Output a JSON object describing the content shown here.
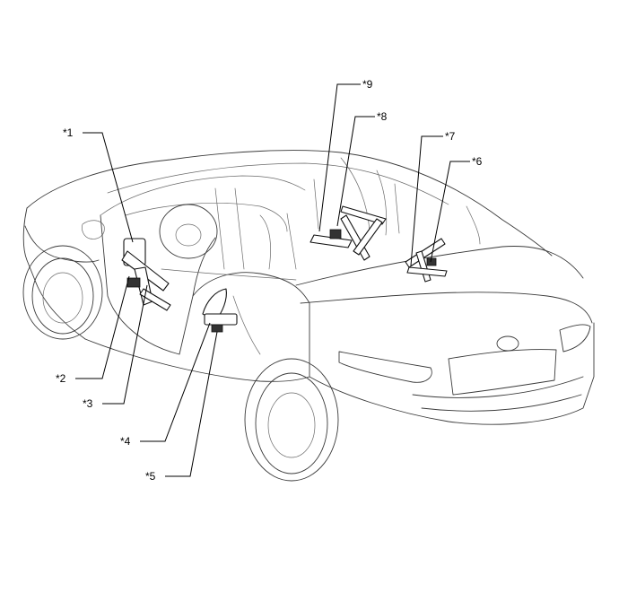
{
  "diagram": {
    "callouts": [
      {
        "id": "1",
        "label": "*1"
      },
      {
        "id": "2",
        "label": "*2"
      },
      {
        "id": "3",
        "label": "*3"
      },
      {
        "id": "4",
        "label": "*4"
      },
      {
        "id": "5",
        "label": "*5"
      },
      {
        "id": "6",
        "label": "*6"
      },
      {
        "id": "7",
        "label": "*7"
      },
      {
        "id": "8",
        "label": "*8"
      },
      {
        "id": "9",
        "label": "*9"
      }
    ]
  },
  "colors": {
    "line": "#3a3a3a",
    "part": "#111111",
    "background": "#ffffff"
  }
}
